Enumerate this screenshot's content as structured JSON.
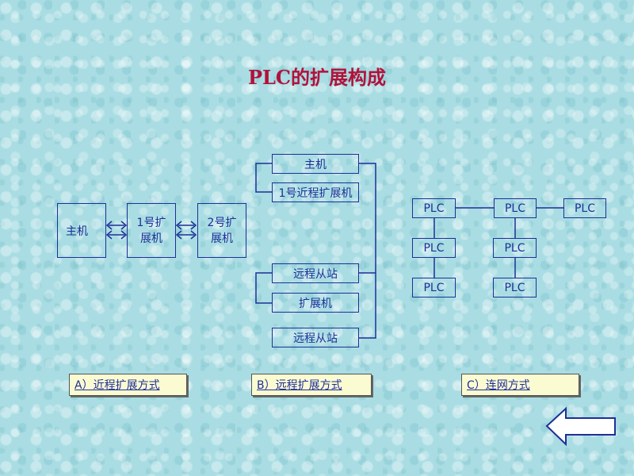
{
  "title": "PLC的扩展构成",
  "section_a": {
    "main": "主机",
    "ext1": "1号扩\n展机",
    "ext2": "2号扩\n展机",
    "caption": "A）近程扩展方式"
  },
  "section_b": {
    "main": "主机",
    "near_ext": "1号近程扩展机",
    "remote1": "远程从站",
    "ext": "扩展机",
    "remote2": "远程从站",
    "caption": "B）远程扩展方式"
  },
  "section_c": {
    "plc": [
      "PLC",
      "PLC",
      "PLC",
      "PLC",
      "PLC",
      "PLC",
      "PLC"
    ],
    "caption": "C）连网方式"
  },
  "colors": {
    "title": "#b3113a",
    "line": "#1f2f98",
    "caption_bg": "#fbfbd2"
  },
  "icons": {
    "back": "left-arrow-icon"
  }
}
